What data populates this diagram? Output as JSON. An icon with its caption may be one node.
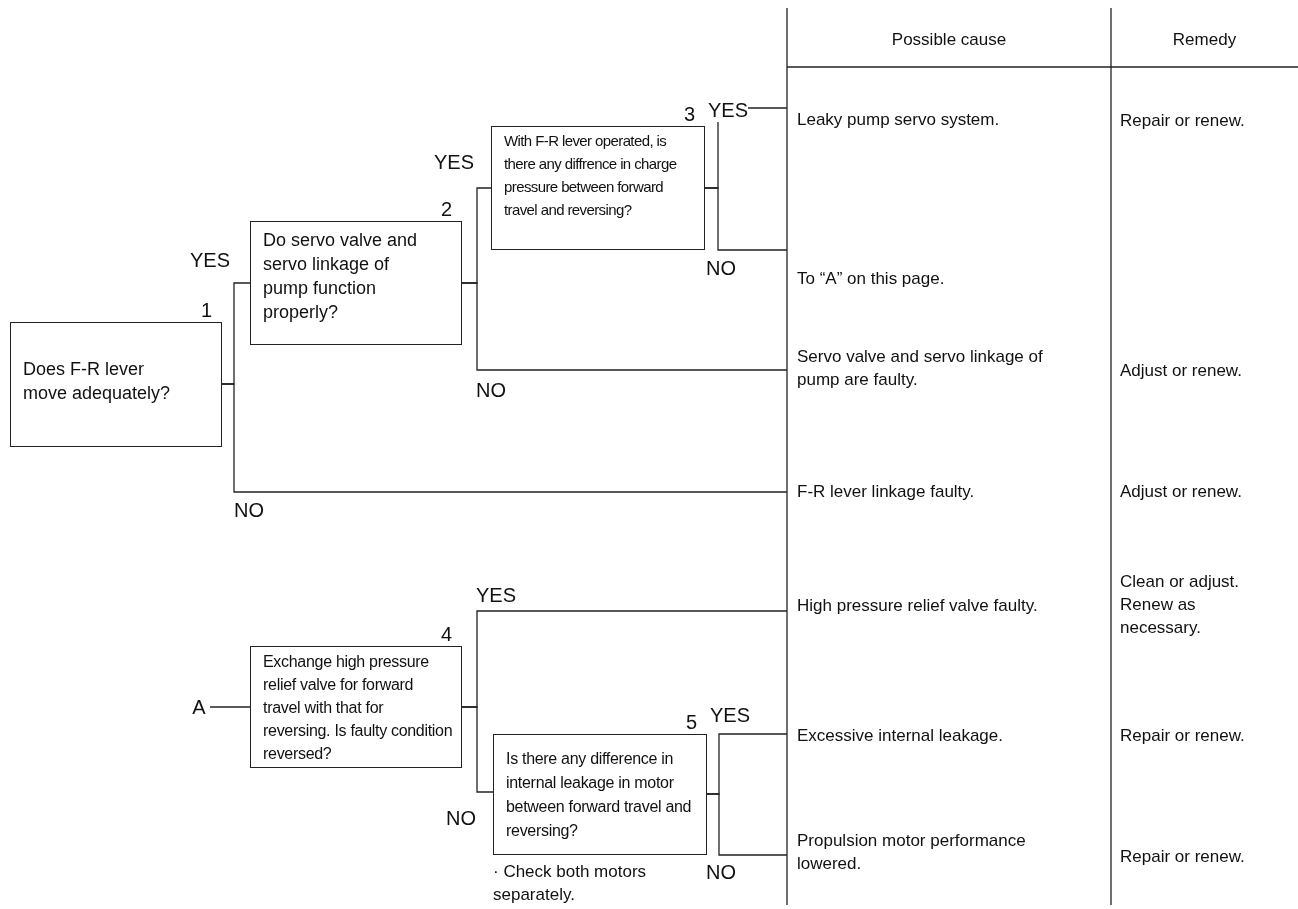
{
  "diagram": {
    "nodes": [
      {
        "text": [
          "1",
          "Does F-R lever move adequately?"
        ]
      },
      {
        "text": [
          "2",
          "Do servo valve and servo linkage of pump function properly?"
        ]
      },
      {
        "text": [
          "3",
          "With F-R lever operated, is there any diffrence in charge pressure between forward travel and reversing?"
        ]
      },
      {
        "text": [
          "Leaky pump servo system."
        ]
      },
      {
        "text": [
          "To “A” on this page."
        ]
      },
      {
        "text": [
          "Servo valve and servo linkage of pump are faulty."
        ]
      },
      {
        "text": [
          "F-R lever linkage faulty."
        ]
      },
      {
        "text": [
          "A"
        ]
      },
      {
        "text": [
          "4",
          "Exchange high pressure relief valve for forward travel with that for reversing. Is faulty condition reversed?"
        ]
      },
      {
        "text": [
          "High pressure relief valve faulty."
        ]
      },
      {
        "text": [
          "5",
          "Is there any difference in internal leakage in motor between forward travel and reversing?"
        ],
        "beside": [
          "· Check both motors separately."
        ]
      },
      {
        "text": [
          "Excessive internal leakage."
        ]
      },
      {
        "text": [
          "Propulsion motor performance lowered."
        ]
      }
    ],
    "edges": [
      {
        "from": 0,
        "to": 1,
        "arrow": "none",
        "label": "YES"
      },
      {
        "from": 0,
        "to": 6,
        "arrow": "none",
        "label": "NO"
      },
      {
        "from": 1,
        "to": 2,
        "arrow": "none",
        "label": "YES"
      },
      {
        "from": 1,
        "to": 5,
        "arrow": "none",
        "label": "NO"
      },
      {
        "from": 2,
        "to": 3,
        "arrow": "none",
        "label": "YES"
      },
      {
        "from": 2,
        "to": 4,
        "arrow": "none",
        "label": "NO"
      },
      {
        "from": 7,
        "to": 8,
        "arrow": "none"
      },
      {
        "from": 8,
        "to": 9,
        "arrow": "none",
        "label": "YES"
      },
      {
        "from": 8,
        "to": 10,
        "arrow": "none",
        "label": "NO"
      },
      {
        "from": 10,
        "to": 11,
        "arrow": "none",
        "label": "YES"
      },
      {
        "from": 10,
        "to": 12,
        "arrow": "none",
        "label": "NO"
      }
    ],
    "labels": [
      "Possible cause",
      "Remedy",
      "Repair or renew.",
      "Adjust or renew.",
      "Adjust or renew.",
      "Clean or adjust. Renew as necessary.",
      "Repair or renew.",
      "Repair or renew."
    ]
  }
}
